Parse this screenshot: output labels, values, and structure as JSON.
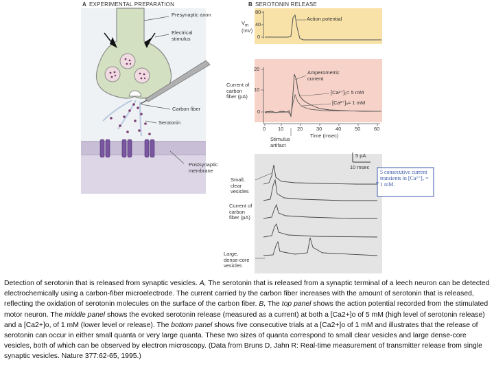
{
  "panel_a": {
    "letter": "A",
    "title": "EXPERIMENTAL PREPARATION",
    "labels": {
      "presynaptic": "Presynaptic axon",
      "electrical": "Electrical stimulus",
      "carbon_fiber": "Carbon fiber",
      "serotonin": "Serotonin",
      "postsynaptic": "Postsynaptic membrane"
    }
  },
  "panel_b": {
    "letter": "B",
    "title": "SEROTONIN RELEASE",
    "top": {
      "ylabel_vm": "V",
      "ylabel_sub": "m",
      "ylabel_unit": "(mV)",
      "ticks": [
        "80",
        "40",
        "0"
      ],
      "annotation": "Action potential",
      "bg": "#f8e2a8"
    },
    "middle": {
      "ylabel": "Current of carbon fiber (pA)",
      "ticks": [
        "20",
        "10",
        "0"
      ],
      "annotation_1": "Amperometric current",
      "annotation_2": "[Ca²⁺]ₒ= 5 mM",
      "annotation_3": "[Ca²⁺]ₒ= 1 mM",
      "xticks": [
        "0",
        "10",
        "20",
        "30",
        "40",
        "50",
        "60"
      ],
      "xlabel": "Time (msec)",
      "stimulus": "Stimulus artifact",
      "bg": "#f6d2c8"
    },
    "bottom": {
      "scale_v": "5 pA",
      "scale_h": "10 msec",
      "label_small": "Small, clear vesicles",
      "label_current": "Current of carbon fiber (pA)",
      "label_large": "Large, dense-core vesicles",
      "box_note": "5 consecutive current transients in [Ca²⁺]ₒ = 1 mM.",
      "bg": "#e4e4e4"
    }
  },
  "caption": {
    "p1": "Detection of serotonin that is released from synaptic vesicles. ",
    "a_letter": "A,",
    "p2": " The serotonin that is released from a synaptic terminal of a leech neuron can be detected electrochemically using a carbon-fiber microelectrode. The current carried by the carbon fiber increases with the amount of serotonin that is released, reflecting the oxidation of serotonin molecules on the surface of the carbon fiber. ",
    "b_letter": "B,",
    "p3": " The ",
    "top_panel": "top panel",
    "p4": " shows the action potential recorded from the stimulated motor neuron. The ",
    "middle_panel": "middle panel",
    "p5": " shows the evoked serotonin release (measured as a current) at both a [Ca2+]o of 5 mM (high level of serotonin release) and a [Ca2+]o, of 1 mM (lower level or release). The ",
    "bottom_panel": "bottom panel",
    "p6": " shows five consecutive trials at a [Ca2+]o of 1 mM and illustrates that the release of serotonin can occur in either small quanta or very large quanta. These two sizes of quanta correspond to small clear vesicles and large dense-core vesicles, both of which can be observed by electron microscopy. (Data from Bruns D, Jahn R: Real-time measurement of transmitter release from single synaptic vesicles. Nature 377:62-65, 1995.)"
  },
  "colors": {
    "cell_fill": "#d4e0c2",
    "cell_stroke": "#8c8c8c",
    "membrane": "#b8aec8",
    "receptor": "#7a55a0",
    "serotonin_dot": "#7a3a70",
    "vesicle_fill": "#f0dce0",
    "fiber": "#909090",
    "trace": "#444444",
    "note_box": "#3a5aa8"
  }
}
